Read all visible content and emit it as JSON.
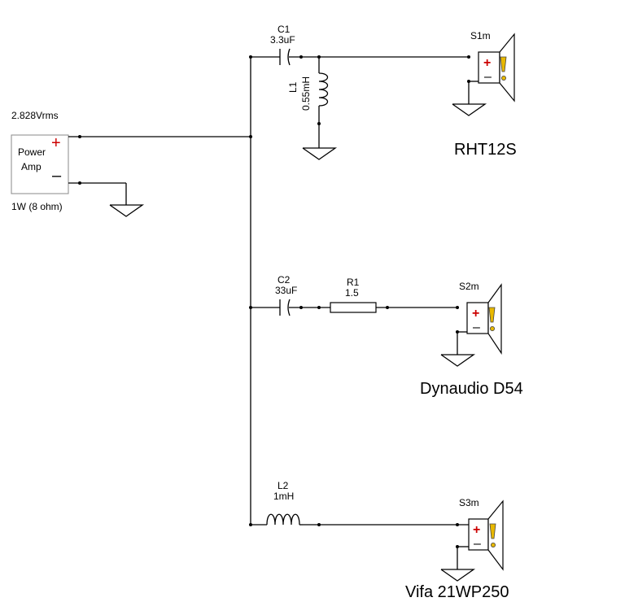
{
  "amp": {
    "voltage": "2.828Vrms",
    "label_line1": "Power",
    "label_line2": "Amp",
    "plus": "+",
    "minus": "–",
    "power": "1W (8 ohm)"
  },
  "components": {
    "c1": {
      "ref": "C1",
      "value": "3.3uF"
    },
    "l1": {
      "ref": "L1",
      "value": "0.55mH"
    },
    "c2": {
      "ref": "C2",
      "value": "33uF"
    },
    "r1": {
      "ref": "R1",
      "value": "1.5"
    },
    "l2": {
      "ref": "L2",
      "value": "1mH"
    }
  },
  "speakers": {
    "s1": {
      "ref": "S1m",
      "name": "RHT12S",
      "name_color": "#1a237e"
    },
    "s2": {
      "ref": "S2m",
      "name": "Dynaudio D54",
      "name_color": "#000000"
    },
    "s3": {
      "ref": "S3m",
      "name": "Vifa 21WP250",
      "name_color": "#000000"
    }
  },
  "colors": {
    "plus": "#cc0000",
    "warning": "#e8b800",
    "amp_border": "#888888"
  }
}
